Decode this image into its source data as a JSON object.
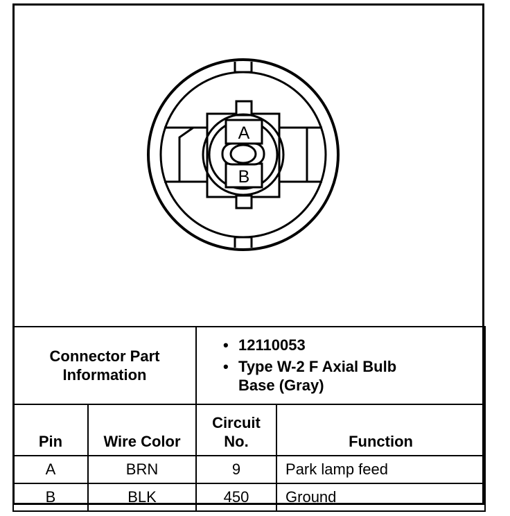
{
  "connector": {
    "pins": [
      "A",
      "B"
    ]
  },
  "part_info": {
    "label_line1": "Connector Part",
    "label_line2": "Information",
    "items": [
      "12110053",
      "Type W-2 F Axial Bulb Base (Gray)"
    ],
    "bullet": "•"
  },
  "table": {
    "headers": {
      "pin": "Pin",
      "wire_color": "Wire Color",
      "circuit_line1": "Circuit",
      "circuit_line2": "No.",
      "function": "Function"
    },
    "rows": [
      {
        "pin": "A",
        "wire_color": "BRN",
        "circuit": "9",
        "function": "Park lamp feed"
      },
      {
        "pin": "B",
        "wire_color": "BLK",
        "circuit": "450",
        "function": "Ground"
      }
    ]
  }
}
